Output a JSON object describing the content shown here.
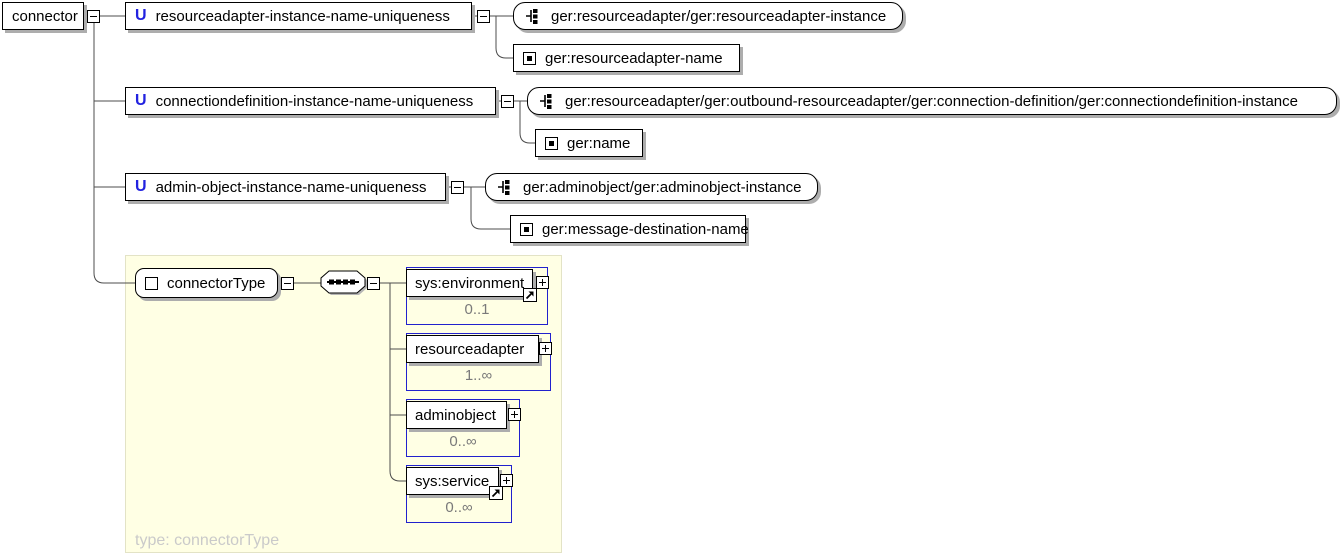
{
  "diagram": {
    "root": {
      "label": "connector"
    },
    "uniques": [
      {
        "icon": "U",
        "name": "resourceadapter-instance-name-uniqueness",
        "selector": "ger:resourceadapter/ger:resourceadapter-instance",
        "field": "ger:resourceadapter-name"
      },
      {
        "icon": "U",
        "name": "connectiondefinition-instance-name-uniqueness",
        "selector": "ger:resourceadapter/ger:outbound-resourceadapter/ger:connection-definition/ger:connectiondefinition-instance",
        "field": "ger:name"
      },
      {
        "icon": "U",
        "name": "admin-object-instance-name-uniqueness",
        "selector": "ger:adminobject/ger:adminobject-instance",
        "field": "ger:message-destination-name"
      }
    ],
    "complex_type": {
      "name": "connectorType",
      "footer": "type: connectorType",
      "compositor": "sequence",
      "children": [
        {
          "name": "sys:environment",
          "cardinality": "0..1",
          "has_link": true
        },
        {
          "name": "resourceadapter",
          "cardinality": "1..∞",
          "has_link": false
        },
        {
          "name": "adminobject",
          "cardinality": "0..∞",
          "has_link": false
        },
        {
          "name": "sys:service",
          "cardinality": "0..∞",
          "has_link": true
        }
      ]
    },
    "colors": {
      "accent_blue": "#2121cd",
      "unique_icon_blue": "#2222e0",
      "region_bg": "#ffffe4",
      "region_border": "#e3e3c6",
      "muted_text": "#7a7a7a",
      "faint_text": "#cacaca",
      "shadow": "#adadad",
      "line": "#4d4d4d"
    }
  }
}
